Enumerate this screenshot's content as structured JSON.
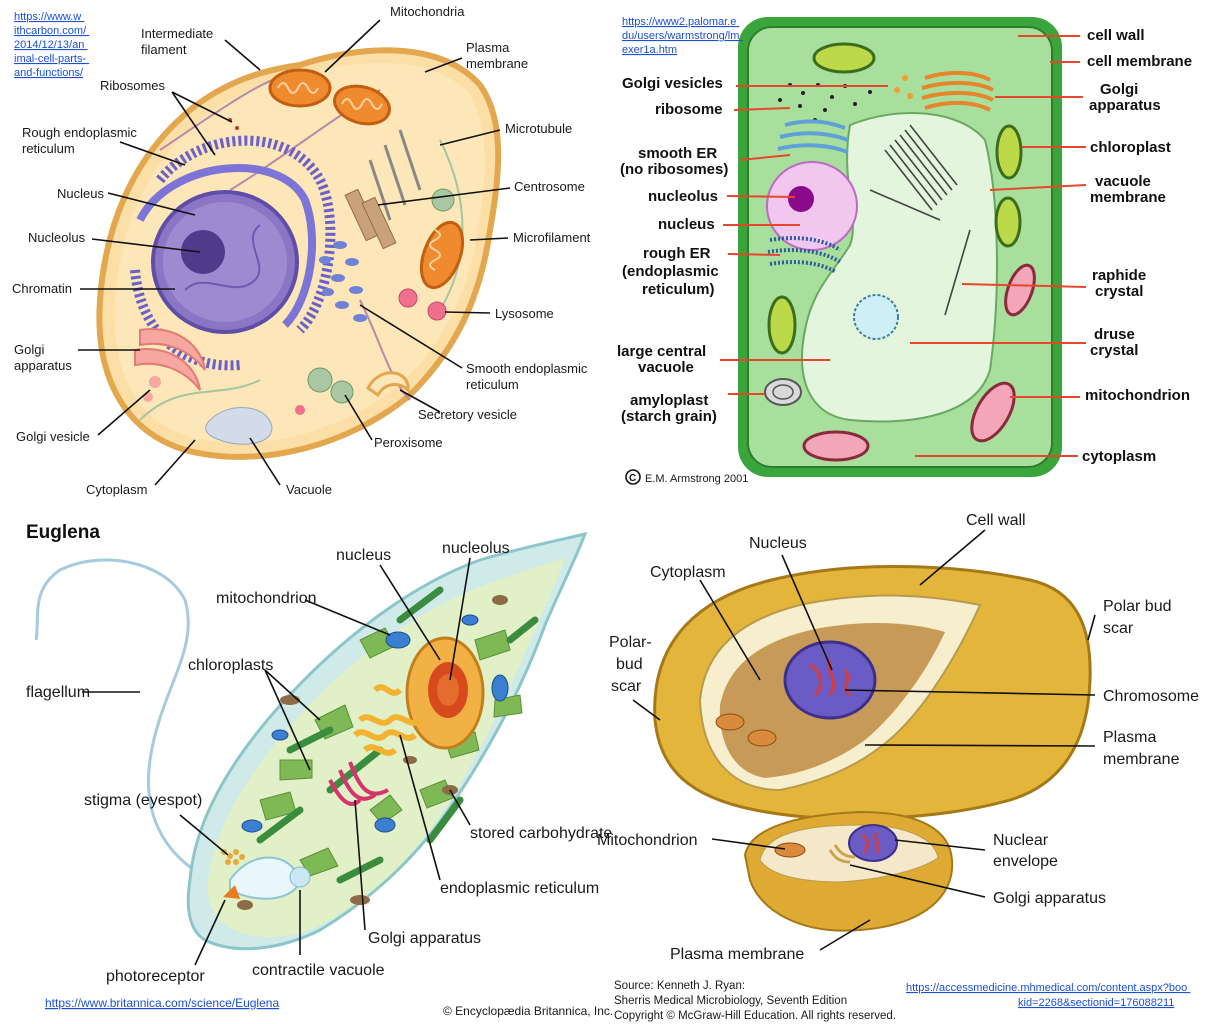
{
  "animal_cell": {
    "url_lines": [
      "https://www.w",
      "ithcarbon.com/",
      "2014/12/13/an",
      "imal-cell-parts-",
      "and-functions/"
    ],
    "labels": {
      "intermediate_filament": [
        "Intermediate",
        "filament"
      ],
      "mitochondria": "Mitochondria",
      "plasma_membrane": [
        "Plasma",
        "membrane"
      ],
      "ribosomes": "Ribosomes",
      "rough_er": [
        "Rough endoplasmic",
        "reticulum"
      ],
      "microtubule": "Microtubule",
      "centrosome": "Centrosome",
      "nucleus": "Nucleus",
      "nucleolus": "Nucleolus",
      "microfilament": "Microfilament",
      "chromatin": "Chromatin",
      "lysosome": "Lysosome",
      "golgi_apparatus": [
        "Golgi",
        "apparatus"
      ],
      "smooth_er": [
        "Smooth endoplasmic",
        "reticulum"
      ],
      "secretory_vesicle": "Secretory vesicle",
      "golgi_vesicle": "Golgi vesicle",
      "peroxisome": "Peroxisome",
      "cytoplasm": "Cytoplasm",
      "vacuole": "Vacuole"
    }
  },
  "plant_cell": {
    "url_lines": [
      "https://www2.palomar.e",
      "du/users/warmstrong/lm",
      "exer1a.htm"
    ],
    "left_labels": {
      "golgi_vesicles": "Golgi vesicles",
      "ribosome": "ribosome",
      "smooth_er": [
        "smooth ER",
        "(no ribosomes)"
      ],
      "nucleolus": "nucleolus",
      "nucleus": "nucleus",
      "rough_er": [
        "rough ER",
        "(endoplasmic",
        "reticulum)"
      ],
      "large_central_vacuole": [
        "large central",
        "vacuole"
      ],
      "amyloplast": [
        "amyloplast",
        "(starch grain)"
      ]
    },
    "right_labels": {
      "cell_wall": "cell wall",
      "cell_membrane": "cell membrane",
      "golgi_apparatus": [
        "Golgi",
        "apparatus"
      ],
      "chloroplast": "chloroplast",
      "vacuole_membrane": [
        "vacuole",
        "membrane"
      ],
      "raphide_crystal": [
        "raphide",
        "crystal"
      ],
      "druse_crystal": [
        "druse",
        "crystal"
      ],
      "mitochondrion": "mitochondrion",
      "cytoplasm": "cytoplasm"
    },
    "copyright": "E.M. Armstrong 2001",
    "copyright_symbol": "C"
  },
  "euglena": {
    "title": "Euglena",
    "labels": {
      "nucleus": "nucleus",
      "nucleolus": "nucleolus",
      "mitochondrion": "mitochondrion",
      "flagellum": "flagellum",
      "chloroplasts": "chloroplasts",
      "stigma": "stigma (eyespot)",
      "stored_carbohydrate": "stored carbohydrate",
      "endoplasmic_reticulum": "endoplasmic reticulum",
      "golgi_apparatus": "Golgi apparatus",
      "photoreceptor": "photoreceptor",
      "contractile_vacuole": "contractile vacuole"
    },
    "url": "https://www.britannica.com/science/Euglena",
    "copyright": "© Encyclopædia Britannica, Inc."
  },
  "yeast_cell": {
    "labels": {
      "cell_wall": "Cell wall",
      "nucleus": "Nucleus",
      "cytoplasm": "Cytoplasm",
      "polar_bud_scar_left": [
        "Polar-",
        "bud",
        "scar"
      ],
      "polar_bud_scar_right": [
        "Polar bud",
        "scar"
      ],
      "chromosome": "Chromosome",
      "plasma_membrane_right": [
        "Plasma",
        "membrane"
      ],
      "mitochondrion": "Mitochondrion",
      "nuclear_envelope": [
        "Nuclear",
        "envelope"
      ],
      "golgi_apparatus": "Golgi apparatus",
      "plasma_membrane_bottom": "Plasma membrane"
    },
    "source_lines": [
      "Source: Kenneth J. Ryan:",
      "Sherris Medical Microbiology, Seventh Edition",
      "Copyright © McGraw-Hill Education. All rights reserved."
    ],
    "url_lines": [
      "https://accessmedicine.mhmedical.com/content.aspx?boo",
      "kid=2268&sectionid=176088211"
    ]
  }
}
